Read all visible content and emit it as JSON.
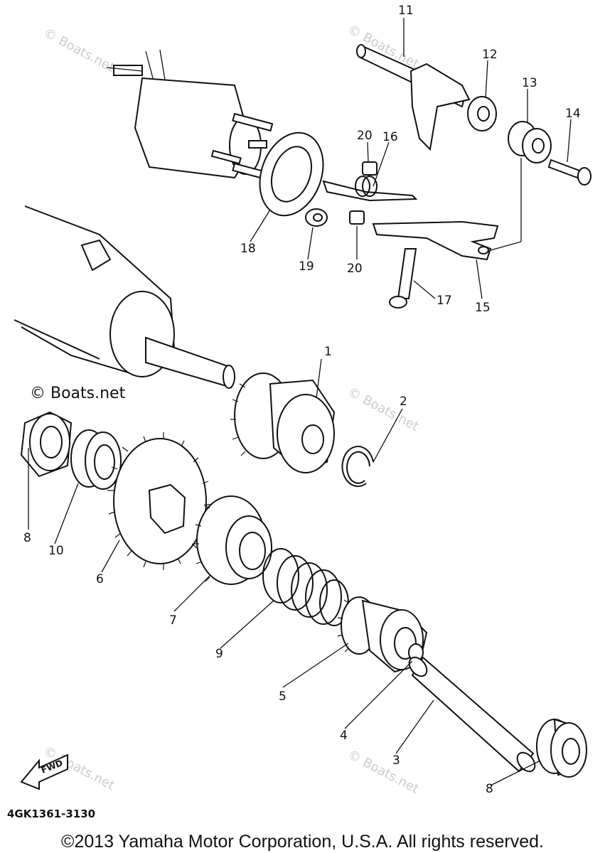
{
  "callouts": [
    "1",
    "2",
    "3",
    "4",
    "5",
    "6",
    "7",
    "8",
    "8",
    "9",
    "10",
    "11",
    "12",
    "13",
    "14",
    "15",
    "16",
    "17",
    "18",
    "19",
    "20",
    "20"
  ],
  "watermark": "© Boats.net",
  "fwd_label": "FWD",
  "doc_code": "4GK1361-3130",
  "copyright": "©2013 Yamaha Motor Corporation, U.S.A. All rights reserved."
}
